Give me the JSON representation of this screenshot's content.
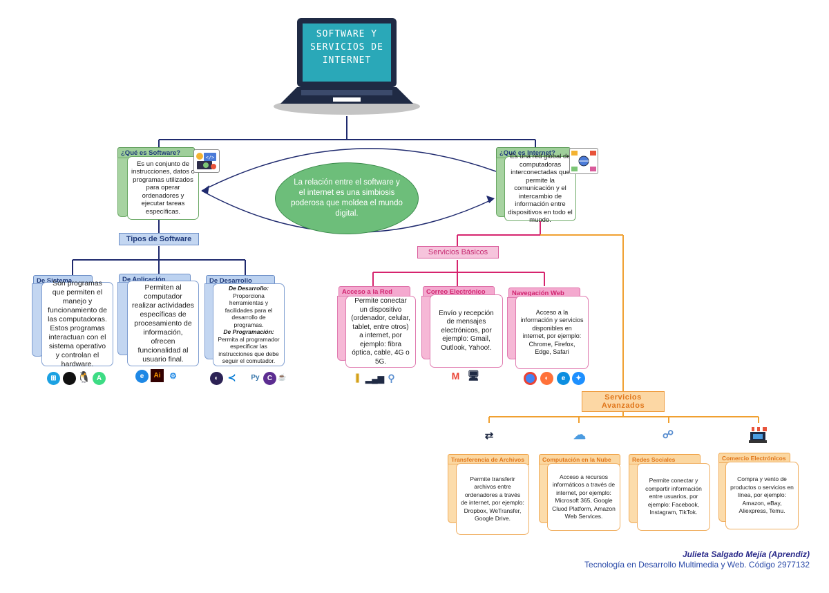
{
  "title": "SOFTWARE Y SERVICIOS DE INTERNET",
  "colors": {
    "navy": "#1f3a7a",
    "green": "#6aa864",
    "pink": "#d95b9b",
    "orange": "#f0a449",
    "screen": "#2aa8b8"
  },
  "software": {
    "tab": "¿Qué es Software?",
    "body": "Es un conjunto de instrucciones, datos o programas utilizados para operar ordenadores y ejecutar tareas específicas."
  },
  "internet": {
    "tab": "¿Qué es Internet?",
    "body": "Es una red global de computadoras interconectadas que permite la comunicación y el intercambio de información entre dispositivos en todo el mundo."
  },
  "relation": "La relación entre el software y el internet es una simbiosis poderosa que moldea el mundo digital.",
  "tipos": {
    "label": "Tipos de Software",
    "items": [
      {
        "tab": "De Sistema",
        "body": "Son programas que permiten el manejo y funcionamiento de las computadoras. Estos programas interactuan con el sistema operativo y controlan el hardware.",
        "icons": [
          "windows-icon",
          "apple-icon",
          "linux-icon",
          "android-icon"
        ]
      },
      {
        "tab": "De Aplicación",
        "body": "Permiten al computador realizar actividades específicas de procesamiento de información, ofrecen funcionalidad al usuario final.",
        "icons": [
          "internet-explorer-icon",
          "illustrator-icon",
          "chip-icon"
        ]
      },
      {
        "tab": "De Desarrollo",
        "sub1": "De Desarrollo:",
        "body1": "Proporciona herramientas y facilidades para el desarrollo de programas.",
        "sub2": "De Programación:",
        "body2": "Permita al programador especificar las instrucciones que debe seguir el comutador.",
        "icons": [
          "eclipse-icon",
          "vscode-icon",
          "python-icon",
          "csharp-icon",
          "java-icon"
        ]
      }
    ]
  },
  "basicos": {
    "label": "Servicios Básicos",
    "items": [
      {
        "tab": "Acceso a la Red",
        "body": "Permite conectar un dispositivo (ordenador, celular, tablet, entre otros) a internet, por ejemplo: fibra óptica, cable, 4G o 5G.",
        "icons": [
          "fiber-icon",
          "signal-icon",
          "antenna-icon"
        ]
      },
      {
        "tab": "Correo Electrónico",
        "body": "Envío y recepción de mensajes electrónicos, por ejemplo: Gmail, Outlook, Yahoo!.",
        "icons": [
          "gmail-icon",
          "outlook-icon"
        ]
      },
      {
        "tab": "Navegación Web",
        "body": "Acceso a la información y servicios disponibles en internet, por ejemplo: Chrome, Firefox, Edge, Safari",
        "icons": [
          "chrome-icon",
          "firefox-icon",
          "edge-icon",
          "safari-icon"
        ]
      }
    ]
  },
  "avanzados": {
    "label": "Servicios Avanzados",
    "items": [
      {
        "tab": "Transferencia de Archivos",
        "body": "Permite transferir archivos entre ordenadores a través de internet, por ejemplo: Dropbox, WeTransfer, Google Drive.",
        "icon": "file-transfer-icon"
      },
      {
        "tab": "Computación en la Nube",
        "body": "Acceso a recursos informáticos a través de internet, por ejemplo: Microsoft 365, Google Cluod Platform, Amazon Web Services.",
        "icon": "cloud-icon"
      },
      {
        "tab": "Redes Sociales",
        "body": "Permite conectar y compartir información entre usuarios, por ejemplo: Facebook, Instagram, TikTok.",
        "icon": "social-network-icon"
      },
      {
        "tab": "Comercio Electrónicos",
        "body": "Compra y  vento de productos o servicios en línea, por ejemplo: Amazon, eBay, Aliexpress, Temu.",
        "icon": "store-icon"
      }
    ]
  },
  "footer": {
    "name": "Julieta Salgado Mejía (Aprendiz)",
    "program": "Tecnología en Desarrollo Multimedia y Web. Código 2977132"
  }
}
